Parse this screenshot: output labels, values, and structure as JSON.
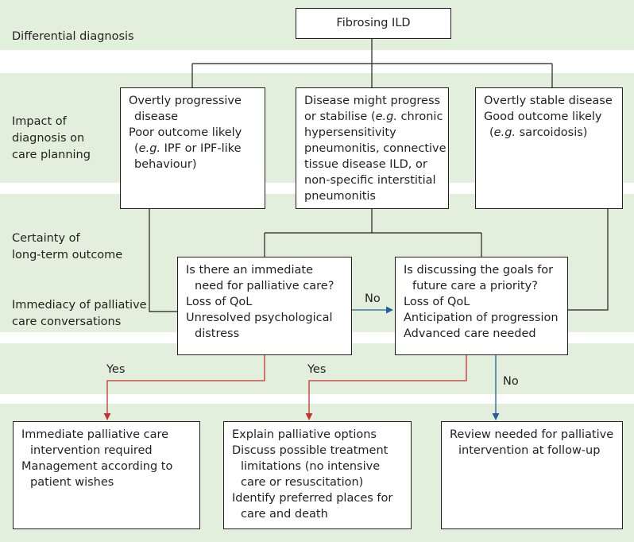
{
  "rows": [
    {
      "id": "differential",
      "lines": [
        "Differential diagnosis"
      ]
    },
    {
      "id": "impact",
      "lines": [
        "Impact of",
        "diagnosis on",
        "care planning"
      ]
    },
    {
      "id": "certainty",
      "lines": [
        "Certainty of",
        "long-term outcome"
      ]
    },
    {
      "id": "immediacy",
      "lines": [
        "Immediacy of palliative",
        "care conversations"
      ]
    }
  ],
  "top_node": {
    "label": "Fibrosing ILD"
  },
  "level2": {
    "progressive": {
      "line1": "Overtly progressive",
      "line2": "disease",
      "line3": "Poor outcome likely",
      "eg_open": "(",
      "eg": "e.g.",
      "eg_rest": " IPF or IPF-like",
      "line5": "behaviour)"
    },
    "uncertain": {
      "line1": "Disease might progress",
      "line2_pre": "or stabilise (",
      "eg": "e.g.",
      "line2_post": " chronic",
      "line3": "hypersensitivity",
      "line4": "pneumonitis, connective",
      "line5": "tissue disease ILD, or",
      "line6": "non-specific interstitial",
      "line7": "pneumonitis"
    },
    "stable": {
      "line1": "Overtly stable disease",
      "line2": "Good outcome likely",
      "eg_open": "(",
      "eg": "e.g.",
      "eg_rest": " sarcoidosis)"
    }
  },
  "level3": {
    "immediate_need": {
      "line1": "Is there an immediate",
      "line2": "need for palliative care?",
      "line3": "Loss of QoL",
      "line4": "Unresolved psychological",
      "line5": "distress"
    },
    "goals_priority": {
      "line1": "Is discussing the goals for",
      "line2": "future care a priority?",
      "line3": "Loss of QoL",
      "line4": "Anticipation of progression",
      "line5": "Advanced care needed"
    }
  },
  "level4": {
    "immediate_intervention": {
      "line1": "Immediate palliative care",
      "line2": "intervention required",
      "line3": "Management according to",
      "line4": "patient wishes"
    },
    "explain_options": {
      "line1": "Explain palliative options",
      "line2": "Discuss possible treatment",
      "line3": "limitations (no intensive",
      "line4": "care or resuscitation)",
      "line5": "Identify preferred places for",
      "line6": "care and death"
    },
    "review_followup": {
      "line1": "Review needed for palliative",
      "line2": "intervention at follow-up"
    }
  },
  "edge_labels": {
    "no_middle": "No",
    "yes_left": "Yes",
    "yes_right": "Yes",
    "no_right": "No"
  },
  "colors": {
    "band": "#e2efdc",
    "line": "#231f20",
    "yes_arrow": "#c8312f",
    "no_arrow": "#1f5fa0"
  }
}
